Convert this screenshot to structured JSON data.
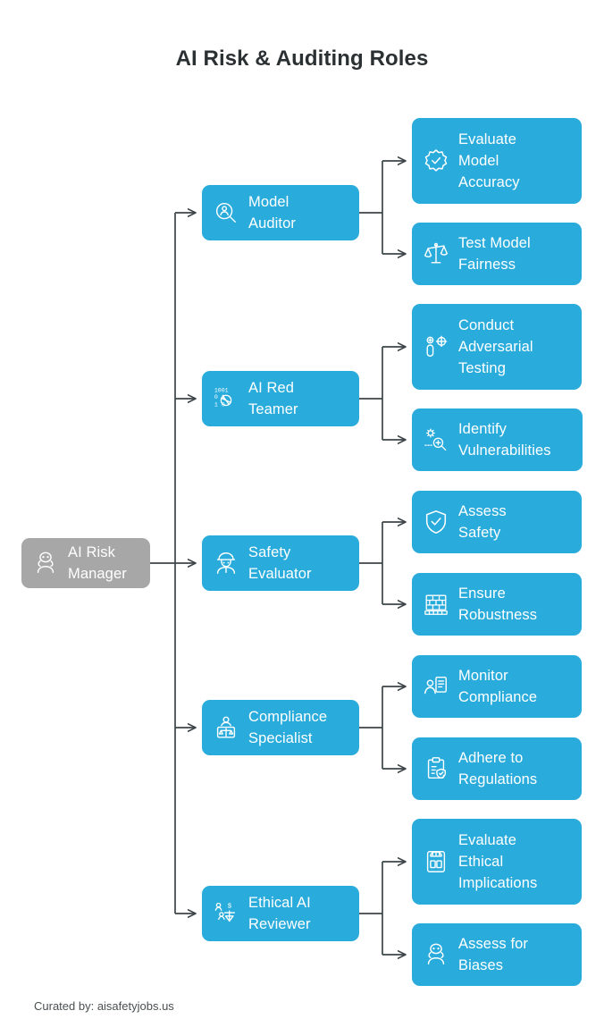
{
  "title": "AI Risk & Auditing Roles",
  "footer": "Curated by: aisafetyjobs.us",
  "colors": {
    "node_blue": "#29abdb",
    "root_gray": "#a7a7a7",
    "connector": "#3d4548",
    "title_text": "#2b3033",
    "node_text": "#ffffff",
    "background": "#ffffff"
  },
  "root": {
    "label": "AI Risk\nManager",
    "icon": "masked-person-icon"
  },
  "branches": [
    {
      "label": "Model\nAuditor",
      "icon": "person-magnifier-icon",
      "tasks": [
        {
          "label": "Evaluate\nModel\nAccuracy",
          "icon": "badge-check-icon"
        },
        {
          "label": "Test Model\nFairness",
          "icon": "balance-scales-icon"
        }
      ]
    },
    {
      "label": "AI Red\nTeamer",
      "icon": "binary-mask-icon",
      "tasks": [
        {
          "label": "Conduct\nAdversarial\nTesting",
          "icon": "person-target-icon"
        },
        {
          "label": "Identify\nVulnerabilities",
          "icon": "bug-magnifier-icon"
        }
      ]
    },
    {
      "label": "Safety\nEvaluator",
      "icon": "hardhat-worker-icon",
      "tasks": [
        {
          "label": "Assess\nSafety",
          "icon": "shield-check-icon"
        },
        {
          "label": "Ensure\nRobustness",
          "icon": "brick-wall-icon"
        }
      ]
    },
    {
      "label": "Compliance\nSpecialist",
      "icon": "person-scales-icon",
      "tasks": [
        {
          "label": "Monitor\nCompliance",
          "icon": "person-document-icon"
        },
        {
          "label": "Adhere to\nRegulations",
          "icon": "clipboard-check-icon"
        }
      ]
    },
    {
      "label": "Ethical AI\nReviewer",
      "icon": "people-scales-icon",
      "tasks": [
        {
          "label": "Evaluate\nEthical\nImplications",
          "icon": "weighing-scale-icon"
        },
        {
          "label": "Assess for\nBiases",
          "icon": "masked-face-icon"
        }
      ]
    }
  ]
}
